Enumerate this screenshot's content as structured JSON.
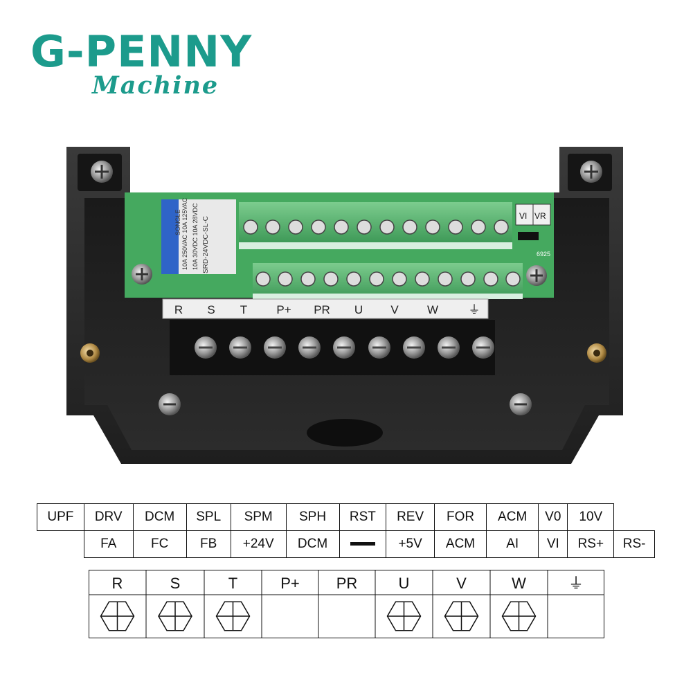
{
  "logo": {
    "brand": "G-PENNY",
    "tagline": "Machine"
  },
  "colors": {
    "brand": "#1c9b8c",
    "terminal_green": "#58b46f",
    "pcb_green": "#3fa35a",
    "housing": "#2a2a2a"
  },
  "control_terminals": {
    "top_row": [
      "UPF",
      "DRV",
      "DCM",
      "SPL",
      "SPM",
      "SPH",
      "RST",
      "REV",
      "FOR",
      "ACM",
      "V0",
      "10V"
    ],
    "bottom_row": [
      "FA",
      "FC",
      "FB",
      "+24V",
      "DCM",
      "",
      "+5V",
      "ACM",
      "AI",
      "VI",
      "RS+",
      "RS-"
    ]
  },
  "power_terminals": {
    "labels": [
      "R",
      "S",
      "T",
      "P+",
      "PR",
      "U",
      "V",
      "W",
      "⏚"
    ],
    "screw_present": [
      true,
      true,
      true,
      false,
      false,
      true,
      true,
      true,
      false
    ]
  },
  "photo_labels": {
    "relay_brand": "SONGLE",
    "relay_model": "SRD-24VDC-SL-C",
    "relay_rating_1": "10A 250VAC 10A 125VAC",
    "relay_rating_2": "10A 30VDC 10A 28VDC",
    "jumper_vi": "VI",
    "jumper_vr": "VR",
    "board_code": "6925",
    "power_strip": [
      "R",
      "S",
      "T",
      "P+",
      "PR",
      "U",
      "V",
      "W",
      "⏚"
    ]
  }
}
